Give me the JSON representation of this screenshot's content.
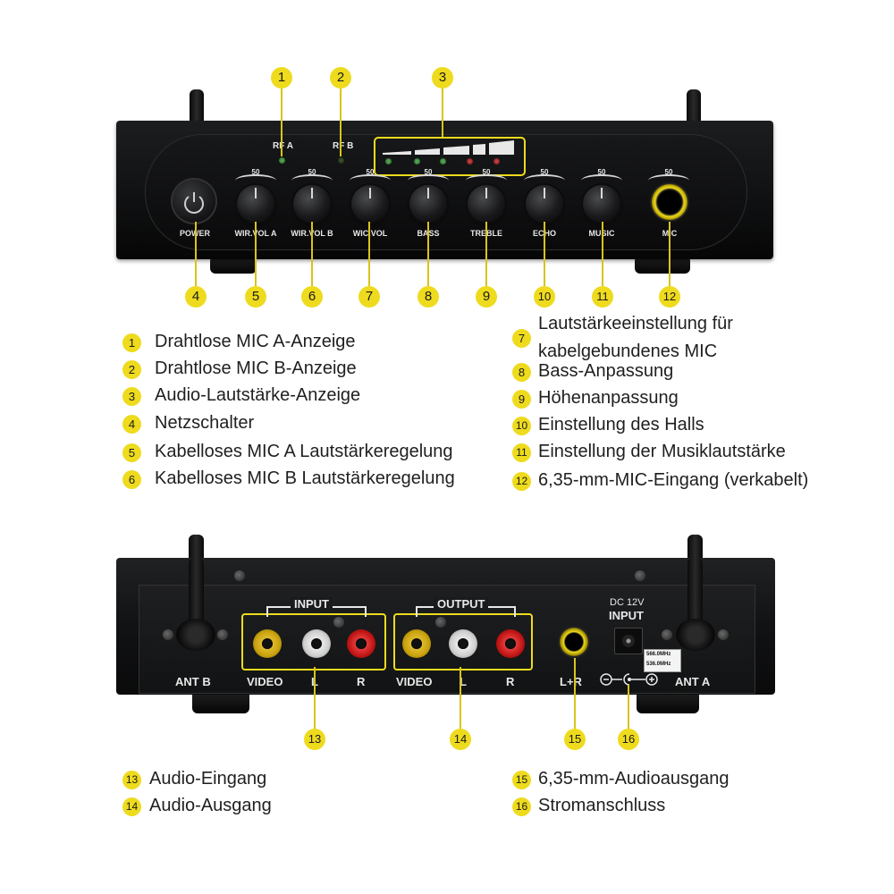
{
  "front": {
    "rf_a": "RF A",
    "rf_b": "RF B",
    "knob_scale": "50",
    "labels": [
      "POWER",
      "WIR.VOL A",
      "WIR.VOL B",
      "WIC.VOL",
      "BASS",
      "TREBLE",
      "ECHO",
      "MUSIC",
      "MIC"
    ]
  },
  "rear": {
    "input": "INPUT",
    "output": "OUTPUT",
    "dc": "DC 12V",
    "dc_input": "INPUT",
    "freq_1": "566.0MHz",
    "freq_2": "536.0MHz",
    "ant_b": "ANT B",
    "ant_a": "ANT A",
    "video_in": "VIDEO",
    "l_in": "L",
    "r_in": "R",
    "video_out": "VIDEO",
    "l_out": "L",
    "r_out": "R",
    "lr": "L+R"
  },
  "badges": [
    "1",
    "2",
    "3",
    "4",
    "5",
    "6",
    "7",
    "8",
    "9",
    "10",
    "11",
    "12",
    "13",
    "14",
    "15",
    "16"
  ],
  "legend_front_left": [
    {
      "num": "1",
      "text": "Drahtlose MIC A-Anzeige"
    },
    {
      "num": "2",
      "text": "Drahtlose MIC B-Anzeige"
    },
    {
      "num": "3",
      "text": "Audio-Lautstärke-Anzeige"
    },
    {
      "num": "4",
      "text": "Netzschalter"
    },
    {
      "num": "5",
      "text": "Kabelloses MIC A Lautstärkeregelung"
    },
    {
      "num": "6",
      "text": "Kabelloses MIC B Lautstärkeregelung"
    }
  ],
  "legend_front_right": [
    {
      "num": "7",
      "text": "Lautstärkeeinstellung für",
      "text2": "kabelgebundenes MIC"
    },
    {
      "num": "8",
      "text": "Bass-Anpassung"
    },
    {
      "num": "9",
      "text": "Höhenanpassung"
    },
    {
      "num": "10",
      "text": "Einstellung des Halls"
    },
    {
      "num": "11",
      "text": "Einstellung der Musiklautstärke"
    },
    {
      "num": "12",
      "text": "6,35-mm-MIC-Eingang (verkabelt)"
    }
  ],
  "legend_rear": [
    {
      "num": "13",
      "text": "Audio-Eingang"
    },
    {
      "num": "14",
      "text": "Audio-Ausgang"
    },
    {
      "num": "15",
      "text": "6,35-mm-Audioausgang"
    },
    {
      "num": "16",
      "text": "Stromanschluss"
    }
  ],
  "colors": {
    "accent": "#eedb1e",
    "device": "#111214",
    "text": "#1f1f1f"
  }
}
